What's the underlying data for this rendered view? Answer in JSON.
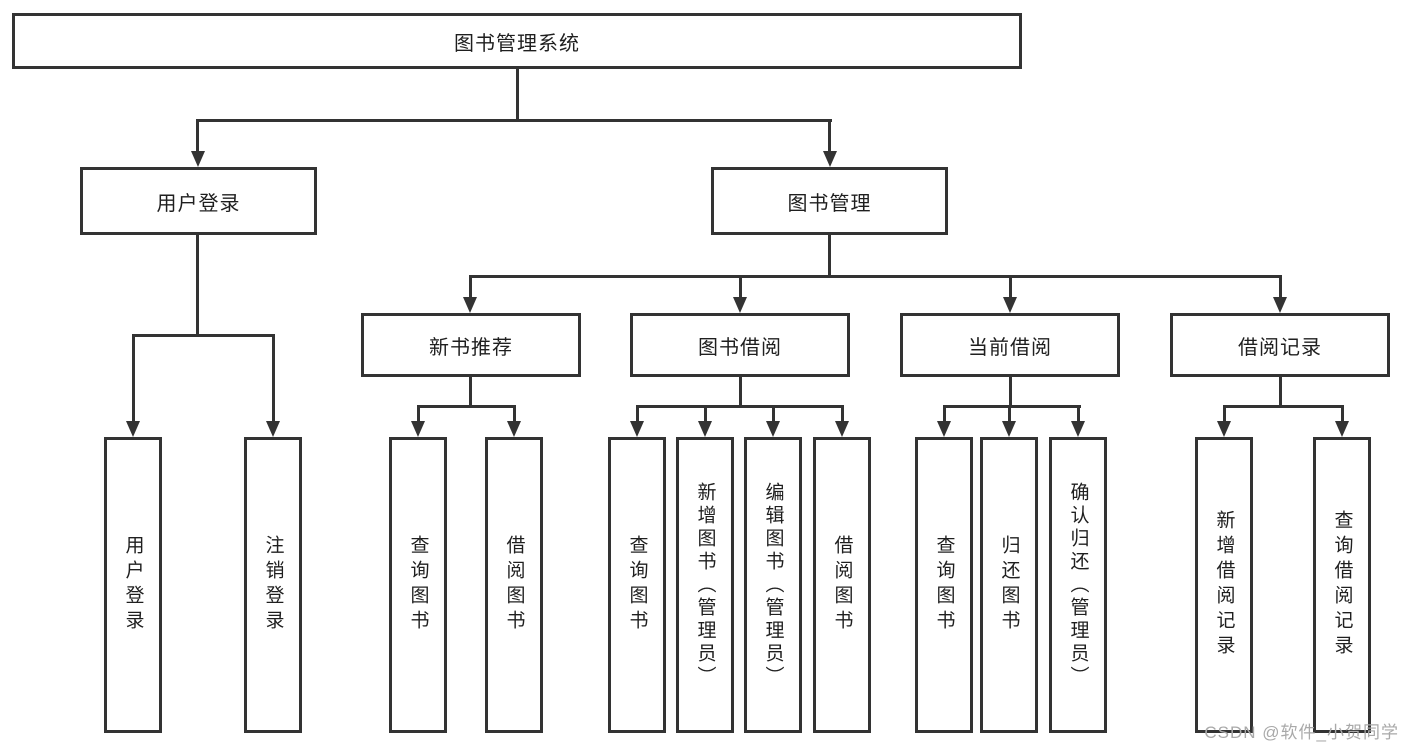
{
  "page": {
    "background_color": "#ffffff",
    "line_color": "#333333",
    "text_color": "#1f1f1f"
  },
  "watermark": {
    "text": "CSDN @软件_小贺同学",
    "color": "#a9a9a9"
  },
  "tree": {
    "root": {
      "label": "图书管理系统"
    },
    "level2": [
      {
        "label": "用户登录"
      },
      {
        "label": "图书管理"
      }
    ],
    "level3": [
      {
        "label": "新书推荐"
      },
      {
        "label": "图书借阅"
      },
      {
        "label": "当前借阅"
      },
      {
        "label": "借阅记录"
      }
    ],
    "leaves": {
      "user_login": [
        "用户登录",
        "注销登录"
      ],
      "new_books": [
        "查询图书",
        "借阅图书"
      ],
      "book_borrow": [
        "查询图书",
        "新增图书（管理员）",
        "编辑图书（管理员）",
        "借阅图书"
      ],
      "current_borrow": [
        "查询图书",
        "归还图书",
        "确认归还（管理员）"
      ],
      "borrow_records": [
        "新增借阅记录",
        "查询借阅记录"
      ]
    }
  }
}
